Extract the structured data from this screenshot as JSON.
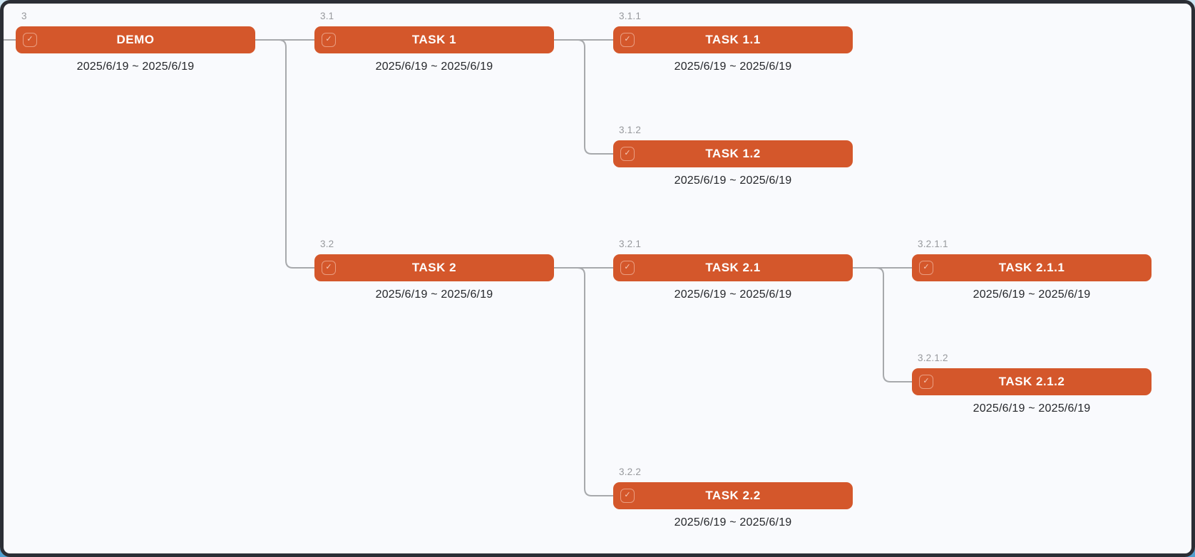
{
  "app": {
    "view": "task-mindmap"
  },
  "colors": {
    "bar_background": "#d4572b",
    "bar_text": "#ffffff",
    "number_label": "#97999d",
    "date_text": "#25272b",
    "connector": "#a7a9ac",
    "canvas_background": "#f9fafd",
    "frame_border": "#2b2e35",
    "backdrop_blue": "#4f9fd0"
  },
  "icons": {
    "checkbox_glyph": "✓"
  },
  "nodes": [
    {
      "id": "demo",
      "number": "3",
      "title": "DEMO",
      "date_range": "2025/6/19 ~ 2025/6/19",
      "parent": null,
      "col": 0,
      "row": 0
    },
    {
      "id": "task1",
      "number": "3.1",
      "title": "TASK 1",
      "date_range": "2025/6/19 ~ 2025/6/19",
      "parent": "demo",
      "col": 1,
      "row": 0
    },
    {
      "id": "task11",
      "number": "3.1.1",
      "title": "TASK 1.1",
      "date_range": "2025/6/19 ~ 2025/6/19",
      "parent": "task1",
      "col": 2,
      "row": 0
    },
    {
      "id": "task12",
      "number": "3.1.2",
      "title": "TASK 1.2",
      "date_range": "2025/6/19 ~ 2025/6/19",
      "parent": "task1",
      "col": 2,
      "row": 1
    },
    {
      "id": "task2",
      "number": "3.2",
      "title": "TASK 2",
      "date_range": "2025/6/19 ~ 2025/6/19",
      "parent": "demo",
      "col": 1,
      "row": 2
    },
    {
      "id": "task21",
      "number": "3.2.1",
      "title": "TASK 2.1",
      "date_range": "2025/6/19 ~ 2025/6/19",
      "parent": "task2",
      "col": 2,
      "row": 2
    },
    {
      "id": "task211",
      "number": "3.2.1.1",
      "title": "TASK 2.1.1",
      "date_range": "2025/6/19 ~ 2025/6/19",
      "parent": "task21",
      "col": 3,
      "row": 2
    },
    {
      "id": "task212",
      "number": "3.2.1.2",
      "title": "TASK 2.1.2",
      "date_range": "2025/6/19 ~ 2025/6/19",
      "parent": "task21",
      "col": 3,
      "row": 3
    },
    {
      "id": "task22",
      "number": "3.2.2",
      "title": "TASK 2.2",
      "date_range": "2025/6/19 ~ 2025/6/19",
      "parent": "task2",
      "col": 2,
      "row": 4
    }
  ]
}
